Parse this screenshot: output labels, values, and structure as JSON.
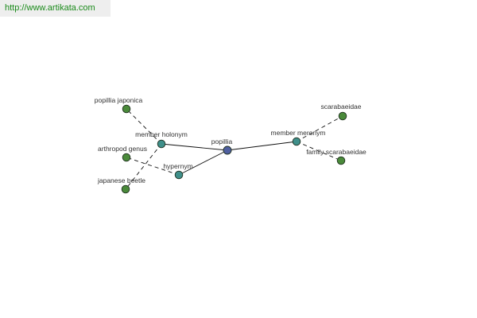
{
  "header": {
    "url": "http://www.artikata.com"
  },
  "colors": {
    "center": "#4f5fa0",
    "relation": "#3f8f8a",
    "leaf": "#4a8a3a",
    "stroke": "#1f2f1f",
    "edge": "#111111"
  },
  "graph": {
    "nodes": [
      {
        "id": "popillia",
        "label": "popillia",
        "kind": "center"
      },
      {
        "id": "member-holonym",
        "label": "member holonym",
        "kind": "relation"
      },
      {
        "id": "hypernym",
        "label": "hypernym",
        "kind": "relation"
      },
      {
        "id": "member-meronym",
        "label": "member meronym",
        "kind": "relation"
      },
      {
        "id": "popillia-japonica",
        "label": "popillia japonica",
        "kind": "leaf"
      },
      {
        "id": "arthropod-genus",
        "label": "arthropod genus",
        "kind": "leaf"
      },
      {
        "id": "japanese-beetle",
        "label": "japanese beetle",
        "kind": "leaf"
      },
      {
        "id": "scarabaeidae",
        "label": "scarabaeidae",
        "kind": "leaf"
      },
      {
        "id": "family-scarabaeidae",
        "label": "family scarabaeidae",
        "kind": "leaf"
      }
    ],
    "edges": [
      {
        "from": "popillia",
        "to": "member-holonym",
        "style": "solid"
      },
      {
        "from": "popillia",
        "to": "hypernym",
        "style": "solid"
      },
      {
        "from": "popillia",
        "to": "member-meronym",
        "style": "solid"
      },
      {
        "from": "member-holonym",
        "to": "popillia-japonica",
        "style": "dashed"
      },
      {
        "from": "member-holonym",
        "to": "japanese-beetle",
        "style": "dashed"
      },
      {
        "from": "hypernym",
        "to": "arthropod-genus",
        "style": "dashed"
      },
      {
        "from": "member-meronym",
        "to": "scarabaeidae",
        "style": "dashed"
      },
      {
        "from": "member-meronym",
        "to": "family-scarabaeidae",
        "style": "dashed"
      }
    ]
  }
}
